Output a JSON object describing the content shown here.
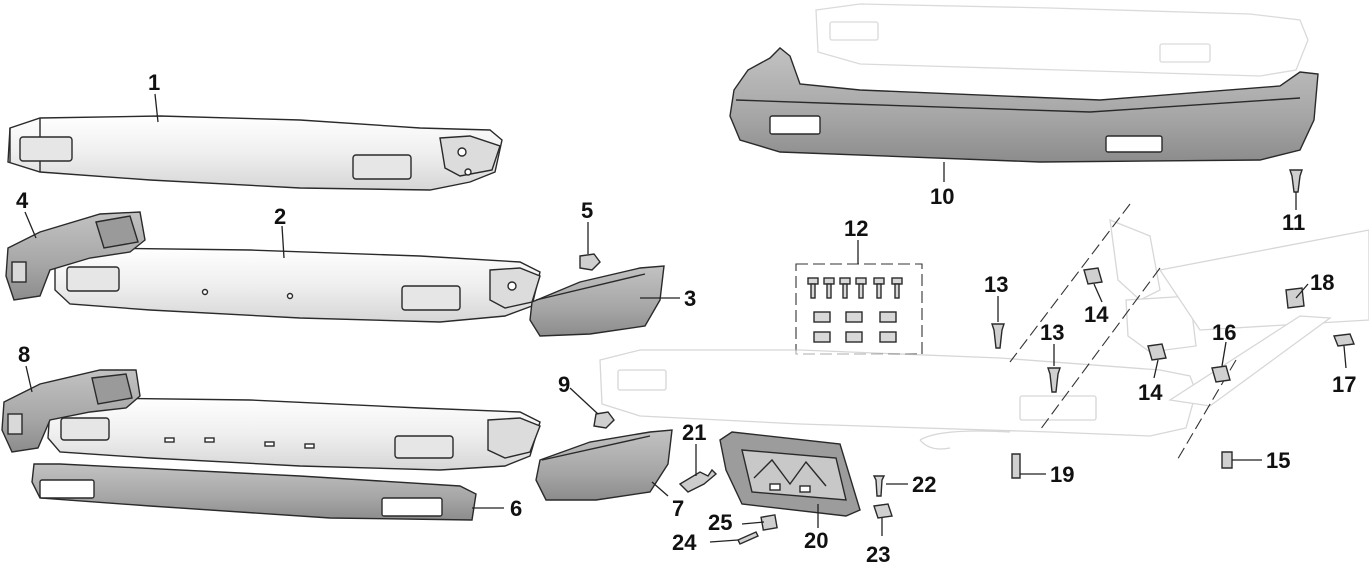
{
  "diagram": {
    "callouts": [
      {
        "id": "c1",
        "label": "1"
      },
      {
        "id": "c2",
        "label": "2"
      },
      {
        "id": "c3",
        "label": "3"
      },
      {
        "id": "c4",
        "label": "4"
      },
      {
        "id": "c5",
        "label": "5"
      },
      {
        "id": "c6",
        "label": "6"
      },
      {
        "id": "c7",
        "label": "7"
      },
      {
        "id": "c8",
        "label": "8"
      },
      {
        "id": "c9",
        "label": "9"
      },
      {
        "id": "c10",
        "label": "10"
      },
      {
        "id": "c11",
        "label": "11"
      },
      {
        "id": "c12",
        "label": "12"
      },
      {
        "id": "c13a",
        "label": "13"
      },
      {
        "id": "c13b",
        "label": "13"
      },
      {
        "id": "c14a",
        "label": "14"
      },
      {
        "id": "c14b",
        "label": "14"
      },
      {
        "id": "c15",
        "label": "15"
      },
      {
        "id": "c16",
        "label": "16"
      },
      {
        "id": "c17",
        "label": "17"
      },
      {
        "id": "c18",
        "label": "18"
      },
      {
        "id": "c19",
        "label": "19"
      },
      {
        "id": "c20",
        "label": "20"
      },
      {
        "id": "c21",
        "label": "21"
      },
      {
        "id": "c22",
        "label": "22"
      },
      {
        "id": "c23",
        "label": "23"
      },
      {
        "id": "c24",
        "label": "24"
      },
      {
        "id": "c25",
        "label": "25"
      }
    ],
    "colors": {
      "chrome": "#f4f4f4",
      "chrome_shade": "#dcdcdc",
      "painted": "#a9a9a9",
      "painted_dark": "#8e8e8e",
      "ghost": "#c4c4c4",
      "ink": "#2a2a2a"
    }
  }
}
